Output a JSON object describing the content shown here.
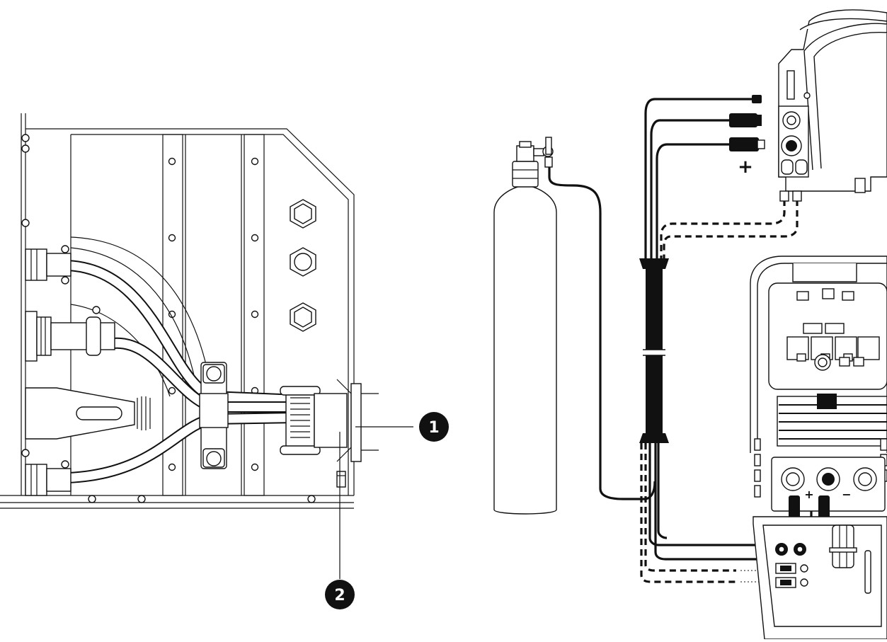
{
  "callouts": [
    {
      "id": "1",
      "label": "1"
    },
    {
      "id": "2",
      "label": "2"
    }
  ],
  "polarity": {
    "feeder_plus": "+",
    "source_plus": "+",
    "source_minus": "−"
  },
  "colors": {
    "line": "#111111",
    "background": "#ffffff",
    "callout_fill": "#111111",
    "callout_text": "#ffffff"
  }
}
